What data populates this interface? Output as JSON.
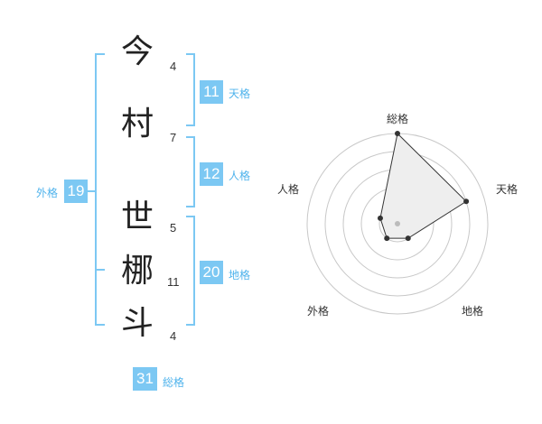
{
  "name": {
    "characters": [
      {
        "char": "今",
        "strokes": "4"
      },
      {
        "char": "村",
        "strokes": "7"
      },
      {
        "char": "世",
        "strokes": "5"
      },
      {
        "char": "梛",
        "strokes": "11"
      },
      {
        "char": "斗",
        "strokes": "4"
      }
    ]
  },
  "fortune": {
    "tenkaku": {
      "value": "11",
      "label": "天格"
    },
    "jinkaku": {
      "value": "12",
      "label": "人格"
    },
    "chikaku": {
      "value": "20",
      "label": "地格"
    },
    "gaikaku": {
      "value": "19",
      "label": "外格"
    },
    "soukaku": {
      "value": "31",
      "label": "総格"
    }
  },
  "radar": {
    "axes": [
      "総格",
      "天格",
      "地格",
      "外格",
      "人格"
    ],
    "levels": 5,
    "values": {
      "総格": 5,
      "天格": 4,
      "地格": 1,
      "外格": 1,
      "人格": 1
    },
    "colors": {
      "grid": "#c8c8c8",
      "fill": "#eeeeee",
      "line": "#333333",
      "center": "#bbbbbb"
    }
  },
  "colors": {
    "accent": "#7cc8f3",
    "accent_text": "#4fb3ec"
  }
}
